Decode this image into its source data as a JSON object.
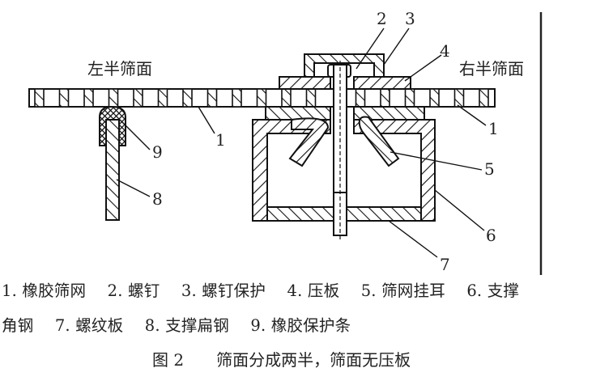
{
  "diagram": {
    "side_labels": {
      "left": "左半筛面",
      "right": "右半筛面"
    },
    "callouts": [
      "2",
      "3",
      "4",
      "1",
      "5",
      "6",
      "7",
      "1",
      "9",
      "8"
    ],
    "components": [
      {
        "id": "1",
        "name": "橡胶筛网"
      },
      {
        "id": "2",
        "name": "螺钉"
      },
      {
        "id": "3",
        "name": "螺钉保护"
      },
      {
        "id": "4",
        "name": "压板"
      },
      {
        "id": "5",
        "name": "筛网挂耳"
      },
      {
        "id": "6",
        "name": "支撑角钢"
      },
      {
        "id": "7",
        "name": "螺纹板"
      },
      {
        "id": "8",
        "name": "支撑扁钢"
      },
      {
        "id": "9",
        "name": "橡胶保护条"
      }
    ]
  },
  "legend": {
    "line1": [
      "1. 橡胶筛网",
      "2. 螺钉",
      "3. 螺钉保护",
      "4. 压板",
      "5. 筛网挂耳",
      "6. 支撑"
    ],
    "line2": [
      "角钢",
      "7. 螺纹板",
      "8. 支撑扁钢",
      "9. 橡胶保护条"
    ]
  },
  "caption": {
    "figure_number": "图 2",
    "title": "筛面分成两半，筛面无压板"
  }
}
